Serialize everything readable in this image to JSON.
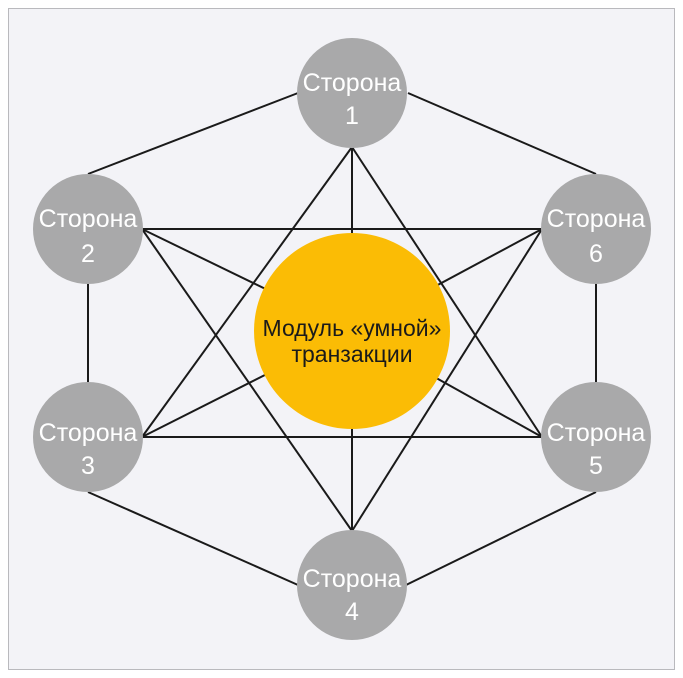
{
  "colors": {
    "node_fill": "#a9a9aa",
    "center_fill": "#fbbc05",
    "line": "#1a1a1a",
    "background": "#f3f3f7"
  },
  "center": {
    "line1": "Модуль «умной»",
    "line2": "транзакции"
  },
  "nodes": [
    {
      "word": "Сторона",
      "number": "1"
    },
    {
      "word": "Сторона",
      "number": "2"
    },
    {
      "word": "Сторона",
      "number": "3"
    },
    {
      "word": "Сторона",
      "number": "4"
    },
    {
      "word": "Сторона",
      "number": "5"
    },
    {
      "word": "Сторона",
      "number": "6"
    }
  ],
  "hexagon_edges": [
    [
      1,
      2
    ],
    [
      2,
      3
    ],
    [
      3,
      4
    ],
    [
      4,
      5
    ],
    [
      5,
      6
    ],
    [
      6,
      1
    ]
  ],
  "triangle_edges": [
    [
      1,
      3
    ],
    [
      3,
      5
    ],
    [
      5,
      1
    ],
    [
      2,
      4
    ],
    [
      4,
      6
    ],
    [
      6,
      2
    ]
  ],
  "spoke_edges": [
    [
      1,
      0
    ],
    [
      2,
      0
    ],
    [
      3,
      0
    ],
    [
      4,
      0
    ],
    [
      5,
      0
    ],
    [
      6,
      0
    ]
  ]
}
